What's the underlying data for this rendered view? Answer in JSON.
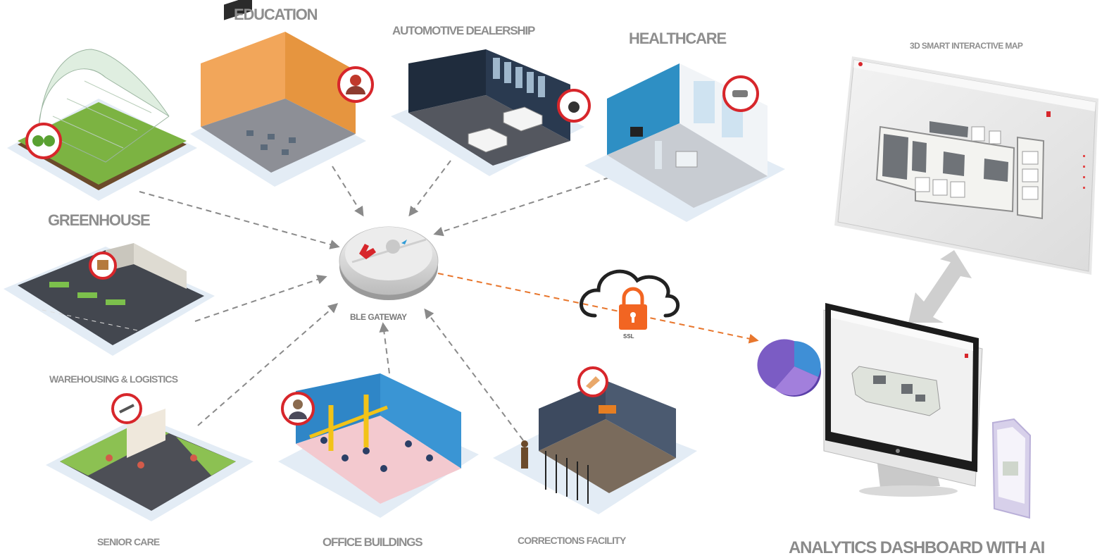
{
  "labels": {
    "education": "EDUCATION",
    "automotive": "AUTOMOTIVE DEALERSHIP",
    "healthcare": "HEALTHCARE",
    "greenhouse": "GREENHOUSE",
    "warehousing": "WAREHOUSING & LOGISTICS",
    "senior_care": "SENIOR CARE",
    "office": "OFFICE BUILDINGS",
    "corrections": "CORRECTIONS FACILITY",
    "gateway": "BLE GATEWAY",
    "map": "3D SMART INTERACTIVE MAP",
    "dashboard": "ANALYTICS DASHBOARD WITH AI",
    "ssl": "SSL"
  },
  "colors": {
    "label_gray": "#8e8e8e",
    "arrow_gray": "#8a8a8a",
    "secure_link_orange": "#e8772e",
    "lock_orange": "#f26522",
    "badge_red": "#d7262b",
    "wall_blue": "#2e9bd6",
    "floor_dark": "#4a4d57",
    "grass_green": "#6ab04c",
    "pie_purple": "#7b5cc4"
  },
  "icons": {
    "gateway": "ble-gateway-device-icon",
    "cloud": "cloud-lock-icon",
    "arrow": "double-arrow-icon",
    "pie": "pie-chart-icon"
  }
}
